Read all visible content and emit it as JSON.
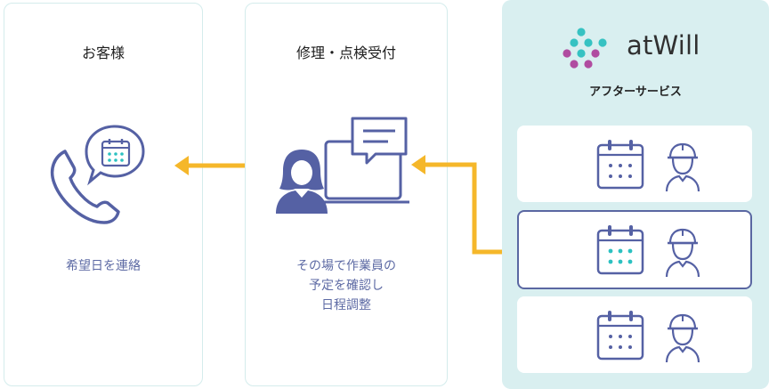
{
  "customer": {
    "title": "お客様",
    "description": "希望日を連絡"
  },
  "reception": {
    "title": "修理・点検受付",
    "description_lines": [
      "その場で作業員の",
      "予定を確認し",
      "日程調整"
    ]
  },
  "after_service": {
    "brand": "atWill",
    "label": "アフターサービス",
    "highlighted_card_index": 1
  },
  "colors": {
    "accent_arrow": "#f5b72a",
    "icon_navy": "#5561a4",
    "teal_dot": "#2cc1c1",
    "panel_bg": "#d9eff0",
    "logo_teal": "#36c2c2",
    "logo_purple": "#b04ca0"
  },
  "icons": [
    "phone-icon",
    "speech-bubble-icon",
    "calendar-icon",
    "operator-icon",
    "monitor-icon",
    "worker-icon",
    "atwill-logo-icon"
  ]
}
